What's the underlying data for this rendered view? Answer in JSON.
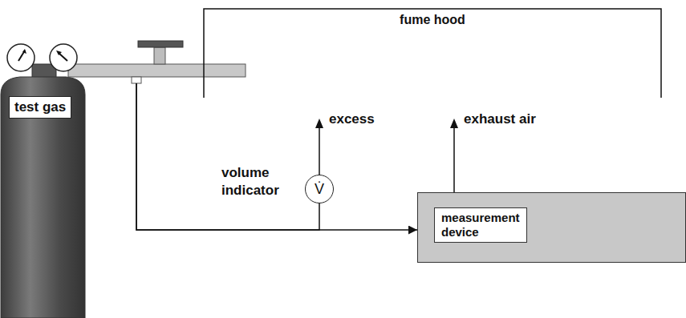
{
  "diagram": {
    "nodes": [
      {
        "text": [
          "fume hood"
        ]
      },
      {
        "text": [
          "test gas"
        ]
      },
      {
        "text": [
          "V̇"
        ]
      },
      {
        "text": [
          "measurement device"
        ]
      }
    ],
    "edges": [
      {
        "from": 1,
        "to": 3,
        "arrow": "to"
      },
      {
        "from": 1,
        "to": 2,
        "arrow": "none"
      }
    ],
    "labels": [
      "volume indicator",
      "excess",
      "exhaust air"
    ]
  }
}
